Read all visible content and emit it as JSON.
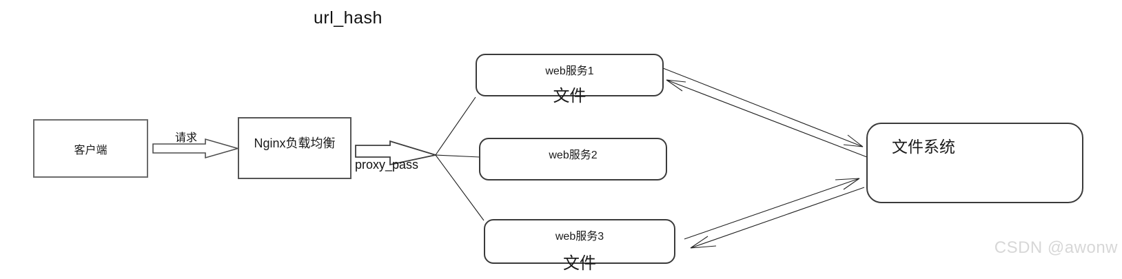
{
  "title": "url_hash",
  "nodes": {
    "client": {
      "label": "客户端"
    },
    "nginx": {
      "label": "Nginx负载均衡"
    },
    "web1": {
      "label": "web服务1",
      "sublabel": "文件"
    },
    "web2": {
      "label": "web服务2"
    },
    "web3": {
      "label": "web服务3",
      "sublabel": "文件"
    },
    "filesystem": {
      "label": "文件系统"
    }
  },
  "edges": {
    "request_label": "请求",
    "proxy_pass_label": "proxy_pass"
  },
  "watermark": "CSDN @awonw",
  "colors": {
    "background": "#ffffff",
    "line": "#1a1a1a",
    "rect_border": "#6b6b6b",
    "round_border": "#3a3a3a",
    "watermark": "#d7d7d7"
  }
}
